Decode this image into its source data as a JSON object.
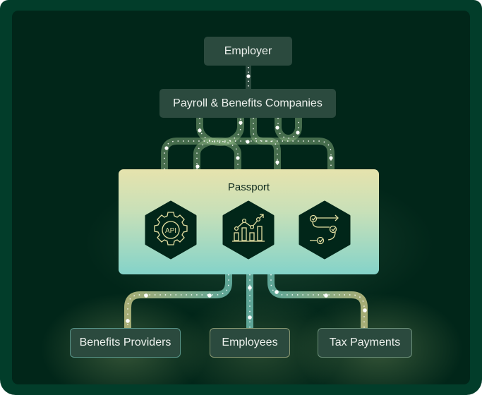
{
  "diagram": {
    "nodes": {
      "employer": "Employer",
      "payroll": "Payroll & Benefits Companies",
      "passport": "Passport",
      "benefits_providers": "Benefits Providers",
      "employees": "Employees",
      "tax_payments": "Tax Payments"
    },
    "passport_features": [
      {
        "icon": "api-gear-icon",
        "label": "API"
      },
      {
        "icon": "analytics-chart-icon",
        "label": ""
      },
      {
        "icon": "workflow-steps-icon",
        "label": ""
      }
    ],
    "colors": {
      "outer_bg": "#023d2a",
      "panel_bg": "#012619",
      "node_bg": "#2b4a3e",
      "passport_top": "#e6e3ad",
      "passport_bottom": "#84d3c9",
      "icon_stroke": "#e3dfa2",
      "track_khaki": "#a6ad76",
      "track_teal": "#5ea596"
    }
  }
}
